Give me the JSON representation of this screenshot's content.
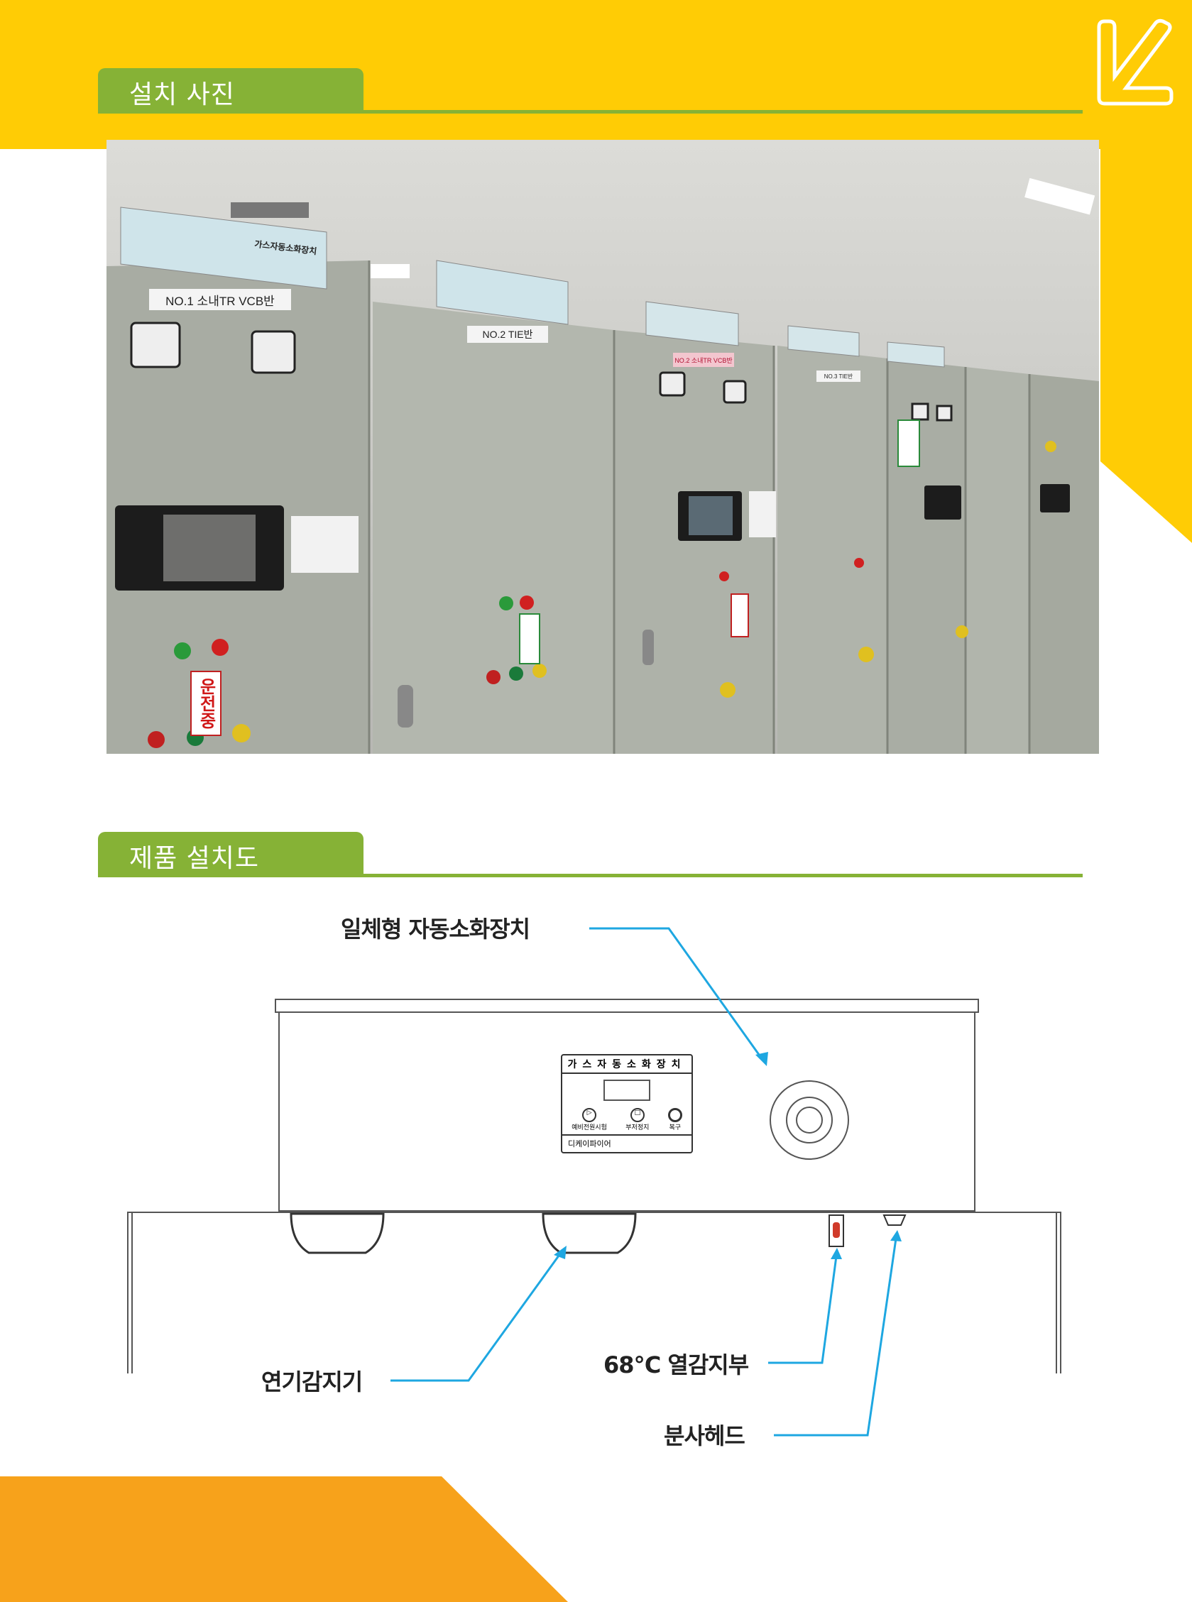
{
  "section1": {
    "title": "설치 사진"
  },
  "section2": {
    "title": "제품 설치도"
  },
  "photo": {
    "labels": [
      "NO.1 소내TR VCB반",
      "NO.2 TIE반",
      "NO.2 소내TR VCB반",
      "NO.3 TIE반",
      "운전중",
      "가스자동소화장치"
    ]
  },
  "diagram": {
    "callouts": {
      "unit": "일체형 자동소화장치",
      "smoke": "연기감지기",
      "heat": "68℃ 열감지부",
      "nozzle": "분사헤드"
    },
    "panel": {
      "title": "가스자동소화장치",
      "brand": "디케이파이어",
      "btn1": "예비전원시험",
      "btn2": "부저정지",
      "btn3": "복구"
    }
  },
  "colors": {
    "yellow": "#FFCC05",
    "green": "#86B236",
    "orange": "#F7A21B",
    "callout": "#1EA7E1"
  }
}
